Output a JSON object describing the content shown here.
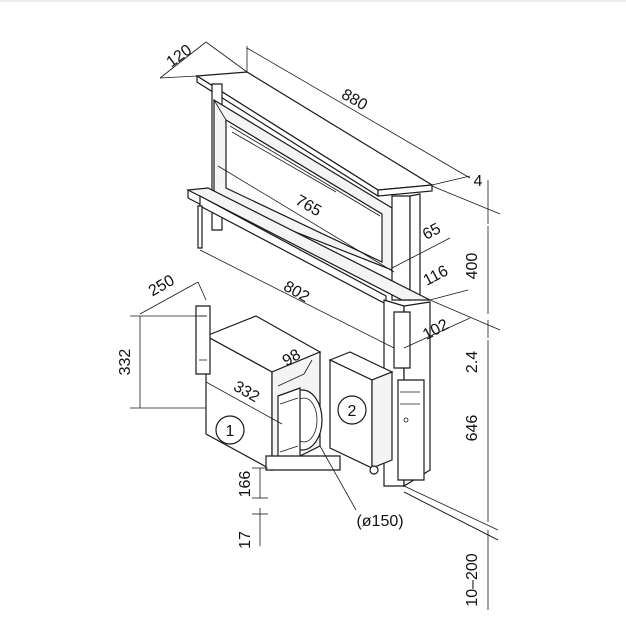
{
  "dimensions": {
    "d120": "120",
    "d880": "880",
    "d4": "4",
    "d765": "765",
    "d65": "65",
    "d400": "400",
    "d802": "802",
    "d116": "116",
    "d250": "250",
    "d102": "102",
    "d332_height": "332",
    "d98": "98",
    "d2_4": "2.4",
    "d332_width": "332",
    "d646": "646",
    "d166": "166",
    "d17": "17",
    "d_diameter": "(ø150)",
    "d10_200": "10–200"
  },
  "callouts": {
    "unit1": "1",
    "unit2": "2"
  },
  "colors": {
    "line": "#1a1a1a",
    "face": "#f4f4f4",
    "background": "#ffffff"
  }
}
